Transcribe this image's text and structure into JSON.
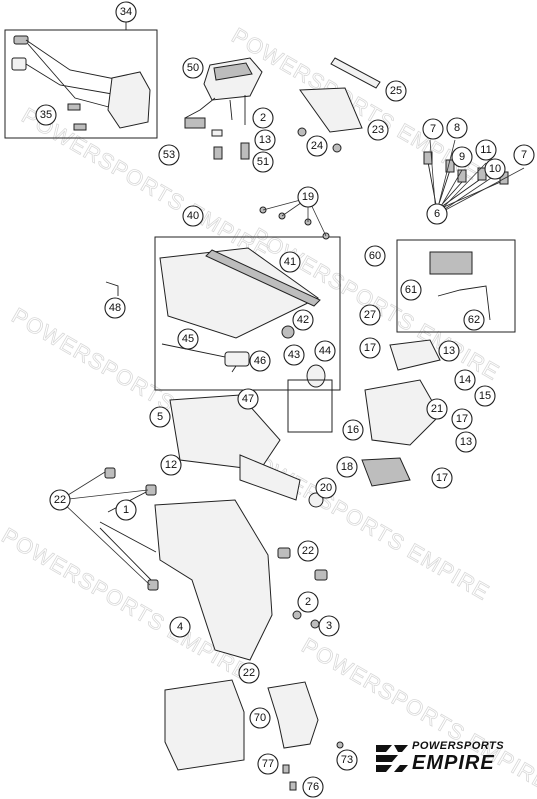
{
  "watermark_text": "POWERSPORTS EMPIRE",
  "brand": {
    "tagline": "POWERSPORTS",
    "name": "EMPIRE"
  },
  "callouts": [
    "34",
    "35",
    "50",
    "2",
    "13",
    "51",
    "53",
    "25",
    "23",
    "24",
    "7",
    "8",
    "9",
    "11",
    "10",
    "7",
    "6",
    "19",
    "40",
    "41",
    "42",
    "43",
    "44",
    "45",
    "46",
    "47",
    "48",
    "60",
    "61",
    "62",
    "27",
    "17",
    "13",
    "14",
    "15",
    "21",
    "17",
    "16",
    "13",
    "17",
    "18",
    "5",
    "12",
    "20",
    "22",
    "1",
    "22",
    "2",
    "3",
    "4",
    "22",
    "70",
    "73",
    "77",
    "76"
  ]
}
